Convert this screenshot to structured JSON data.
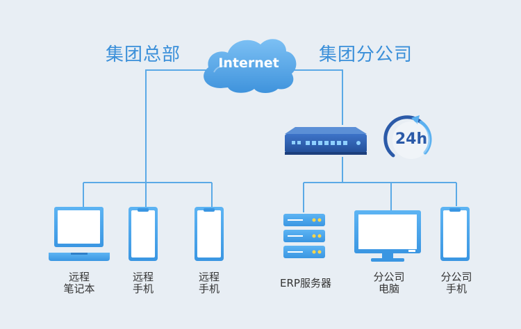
{
  "titles": {
    "hq": "集团总部",
    "branch": "集团分公司"
  },
  "cloud": {
    "label": "Internet"
  },
  "badge": {
    "label": "24h"
  },
  "devices": {
    "laptop": {
      "line1": "远程",
      "line2": "笔记本"
    },
    "phone1": {
      "line1": "远程",
      "line2": "手机"
    },
    "phone2": {
      "line1": "远程",
      "line2": "手机"
    },
    "server": {
      "line1": "ERP服务器"
    },
    "desktop": {
      "line1": "分公司",
      "line2": "电脑"
    },
    "phone3": {
      "line1": "分公司",
      "line2": "手机"
    }
  },
  "colors": {
    "background": "#e8eef4",
    "accent": "#3a8fd9",
    "line": "#5aa9e6",
    "device": "#49a7ee",
    "switch": "#2b5aa8"
  }
}
